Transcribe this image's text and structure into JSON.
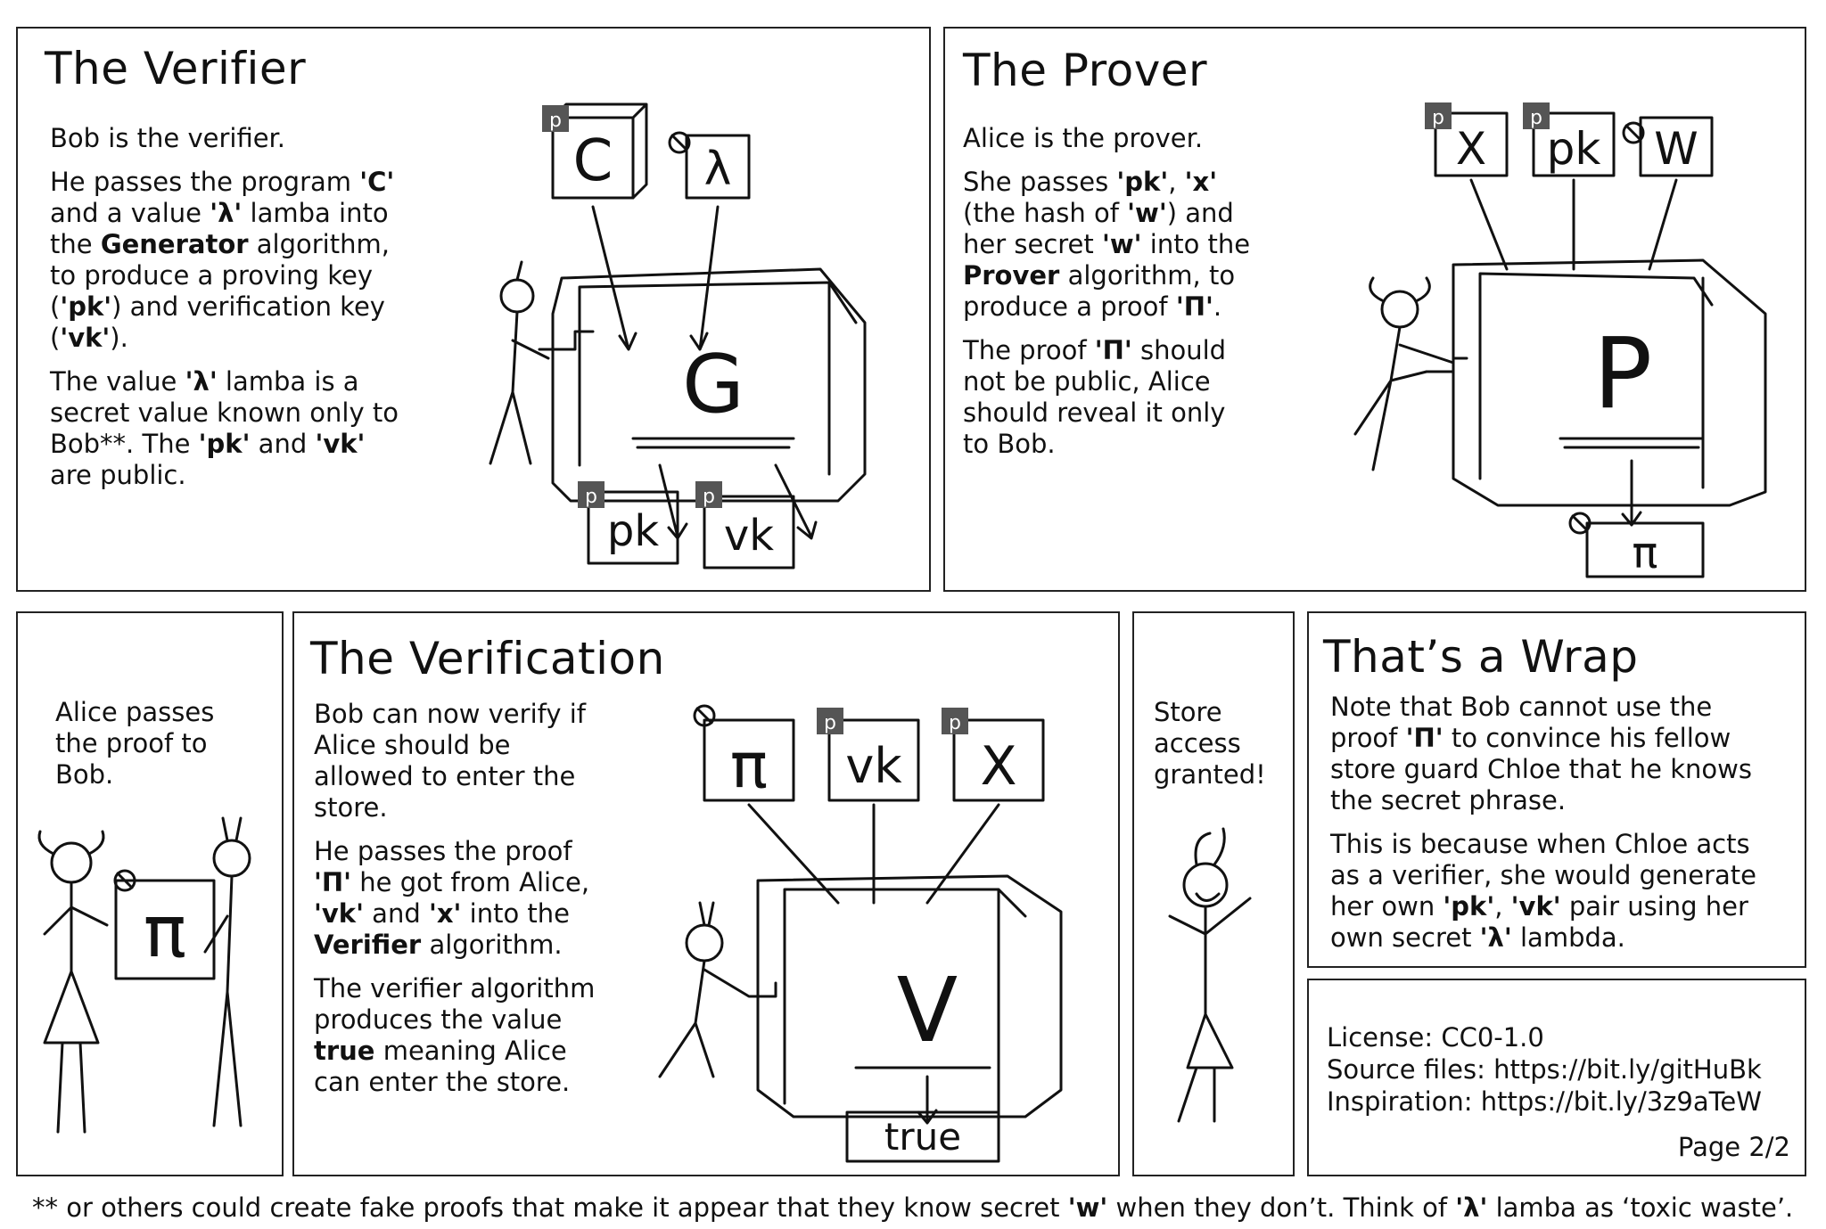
{
  "verifier": {
    "title": "The Verifier",
    "p1": "Bob is the verifier.",
    "p2_a": "He passes the program ",
    "p2_c": "'C'",
    "p2_b": " and a value ",
    "p2_lambda": "'λ'",
    "p2_c2": " lamba into the ",
    "p2_gen": "Generator",
    "p2_d": " algorithm, to produce a proving key (",
    "p2_pk": "'pk'",
    "p2_e": ") and verification key (",
    "p2_vk": "'vk'",
    "p2_f": ").",
    "p3_a": "The value ",
    "p3_lambda": "'λ'",
    "p3_b": " lamba is a secret value known only to Bob**. The ",
    "p3_pk": "'pk'",
    "p3_c": " and ",
    "p3_vk": "'vk'",
    "p3_d": " are public.",
    "box_letter": "G",
    "input_c": "C",
    "input_lambda": "λ",
    "out_pk": "pk",
    "out_vk": "vk",
    "public_badge": "p"
  },
  "prover": {
    "title": "The Prover",
    "p1": "Alice is the prover.",
    "p2_a": "She passes ",
    "p2_pk": "'pk'",
    "p2_b": ", ",
    "p2_x": "'x'",
    "p2_c": " (the hash of ",
    "p2_w": "'w'",
    "p2_d": ") and her secret ",
    "p2_w2": "'w'",
    "p2_e": " into the ",
    "p2_prover": "Prover",
    "p2_f": " algorithm, to produce a proof ",
    "p2_pi": "'Π'",
    "p2_g": ".",
    "p3_a": "The proof ",
    "p3_pi": "'Π'",
    "p3_b": " should not be public, Alice should reveal it only to Bob.",
    "box_letter": "P",
    "input_x": "X",
    "input_pk": "pk",
    "input_w": "W",
    "out_pi": "π",
    "public_badge": "p"
  },
  "handoff": {
    "text": "Alice passes the proof to Bob.",
    "pi": "π"
  },
  "verification": {
    "title": "The Verification",
    "p1": "Bob can now verify if Alice should be allowed to enter the store.",
    "p2_a": "He passes the proof ",
    "p2_pi": "'Π'",
    "p2_b": " he got from Alice, ",
    "p2_vk": "'vk'",
    "p2_c": " and ",
    "p2_x": "'x'",
    "p2_d": " into the ",
    "p2_verifier": "Verifier",
    "p2_e": " algorithm.",
    "p3_a": "The verifier algorithm produces the value ",
    "p3_true": "true",
    "p3_b": " meaning Alice can enter the store.",
    "box_letter": "V",
    "input_pi": "π",
    "input_vk": "vk",
    "input_x": "X",
    "out_true": "true",
    "public_badge": "p"
  },
  "granted": {
    "text": "Store access granted!"
  },
  "wrap": {
    "title": "That’s a Wrap",
    "p1_a": "Note that Bob cannot use the proof ",
    "p1_pi": "'Π'",
    "p1_b": " to convince his fellow store guard Chloe that he knows the secret phrase.",
    "p2_a": "This is because when Chloe acts as a verifier, she would generate her own ",
    "p2_pk": "'pk'",
    "p2_b": ", ",
    "p2_vk": "'vk'",
    "p2_c": " pair using her own secret ",
    "p2_lambda": "'λ'",
    "p2_d": " lambda."
  },
  "license": {
    "line1": "License: CC0-1.0",
    "line2": "Source files: https://bit.ly/gitHuBk",
    "line3": "Inspiration: https://bit.ly/3z9aTeW",
    "page": "Page 2/2"
  },
  "footnote": {
    "a": "** or others could create fake proofs that make it appear that they know secret ",
    "w": "'w'",
    "b": " when they don’t. Think of ",
    "lambda": "'λ'",
    "c": " lamba as ‘toxic waste’."
  }
}
